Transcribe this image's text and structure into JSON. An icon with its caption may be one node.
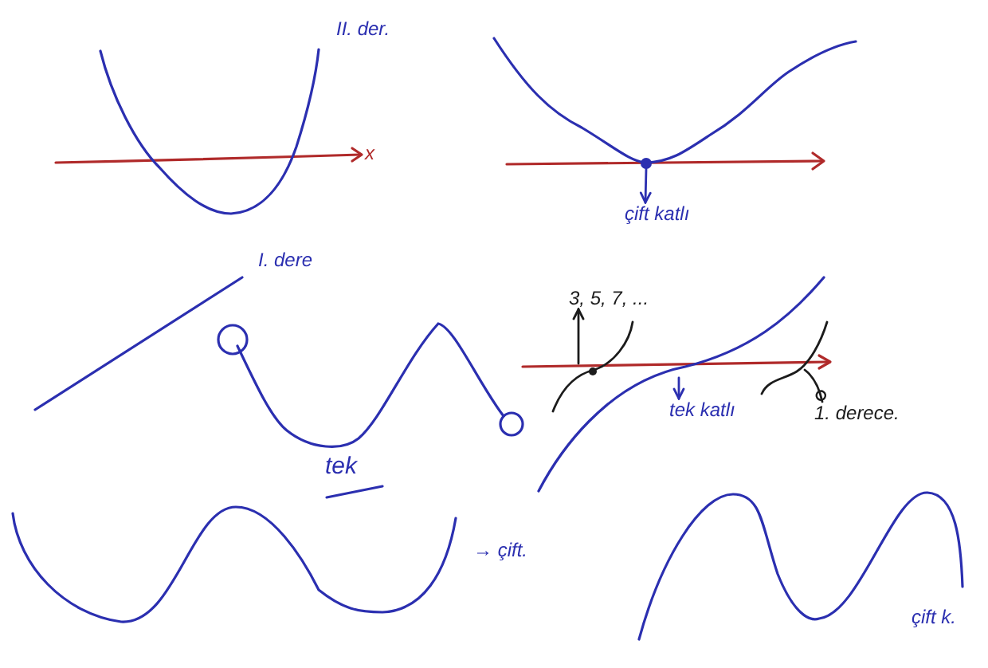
{
  "diagram": {
    "nodes": [
      {
        "text": [
          "çift katlı"
        ]
      },
      {
        "text": [],
        "shape": "circle"
      },
      {
        "text": [
          "3, 5, 7, ..."
        ]
      },
      {
        "text": [
          "tek katlı"
        ]
      },
      {
        "text": [
          "1. derece."
        ]
      }
    ],
    "edges": [
      {
        "from": 1,
        "to": 0,
        "arrow": "to"
      },
      {
        "from": null,
        "to": 2,
        "arrow": "to",
        "color": "#1c1c1c"
      },
      {
        "from": null,
        "to": 3,
        "arrow": "to"
      },
      {
        "from": 4,
        "to": null,
        "arrow": "other",
        "color": "#1c1c1c"
      }
    ],
    "labels": [
      "II. der.",
      "x",
      "I. dere",
      "tek",
      "→ çift.",
      "çift k."
    ]
  }
}
